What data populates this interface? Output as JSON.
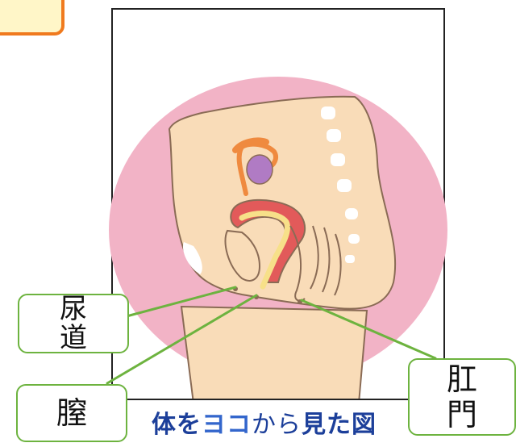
{
  "labels": {
    "urethra": [
      "尿",
      "道"
    ],
    "vagina": "膣",
    "anus": [
      "肛",
      "門"
    ]
  },
  "caption": {
    "part1": "体を",
    "part2": "ヨコ",
    "part3": "から",
    "part4": "見た図"
  },
  "colors": {
    "caption_dark": "#1c3f9a",
    "caption_light": "#3366cc",
    "label_border": "#6db33f",
    "circle": "#f2b3c6",
    "body": "#f9dcb8",
    "uterus": "#e25a5a",
    "vagina_inner": "#f7e089",
    "ovary": "#b07bc4",
    "tube": "#ef8a3f"
  }
}
